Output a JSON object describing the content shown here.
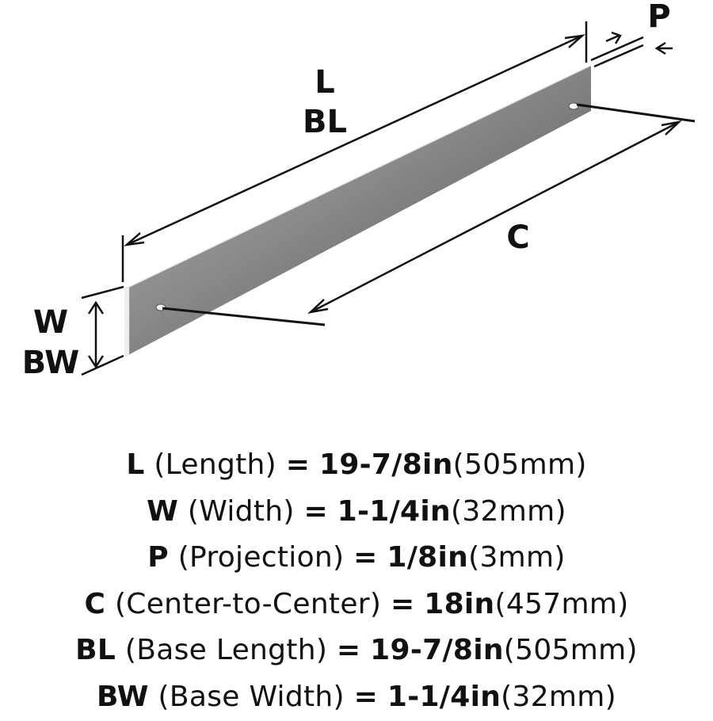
{
  "diagram": {
    "labels": {
      "length": "L",
      "base_length": "BL",
      "projection": "P",
      "center_to_center": "C",
      "width": "W",
      "base_width": "BW"
    },
    "colors": {
      "bar_light": "#a9a9a9",
      "bar_dark": "#4a4a4a",
      "edge_highlight": "#f2f2f2",
      "line": "#111111"
    }
  },
  "specs": [
    {
      "letter": "L",
      "name": "(Length)",
      "eq": "=",
      "imperial": "19-7/8in",
      "metric": "(505mm)"
    },
    {
      "letter": "W",
      "name": "(Width)",
      "eq": "=",
      "imperial": "1-1/4in",
      "metric": "(32mm)"
    },
    {
      "letter": "P",
      "name": "(Projection)",
      "eq": "=",
      "imperial": "1/8in",
      "metric": "(3mm)"
    },
    {
      "letter": "C",
      "name": "(Center-to-Center)",
      "eq": "=",
      "imperial": "18in",
      "metric": "(457mm)"
    },
    {
      "letter": "BL",
      "name": "(Base Length)",
      "eq": "=",
      "imperial": "19-7/8in",
      "metric": "(505mm)"
    },
    {
      "letter": "BW",
      "name": "(Base Width)",
      "eq": "=",
      "imperial": "1-1/4in",
      "metric": "(32mm)"
    }
  ]
}
